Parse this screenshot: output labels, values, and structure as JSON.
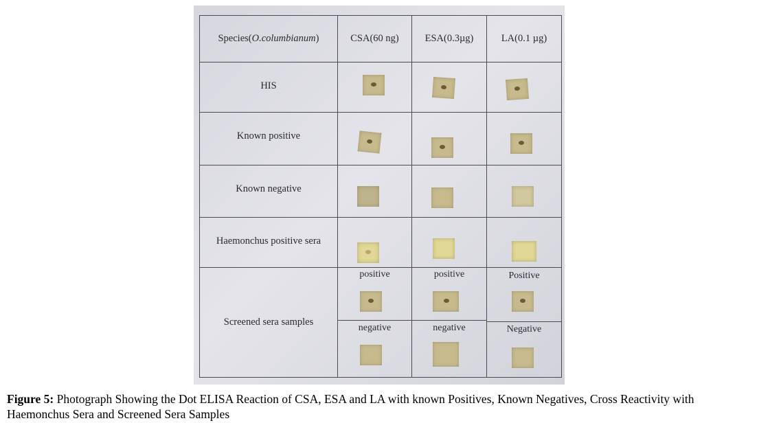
{
  "table": {
    "headers": {
      "species_prefix": "Species(",
      "species_italic": "O.columbianum",
      "species_suffix": ")",
      "csa": "CSA(60 ng)",
      "esa": "ESA(0.3µg)",
      "la": "LA(0.1 µg)"
    },
    "rows": [
      {
        "label": "HIS",
        "reactions": [
          "dot",
          "dot",
          "dot"
        ]
      },
      {
        "label": "Known positive",
        "reactions": [
          "dot",
          "dot",
          "dot"
        ]
      },
      {
        "label": "Known negative",
        "reactions": [
          "none",
          "none",
          "none"
        ]
      },
      {
        "label": "Haemonchus positive sera",
        "reactions": [
          "faint-dot",
          "none",
          "none"
        ]
      },
      {
        "label": "Screened sera samples",
        "positive_labels": [
          "positive",
          "positive",
          "Positive"
        ],
        "negative_labels": [
          "negative",
          "negative",
          "Negative"
        ]
      }
    ]
  },
  "caption": {
    "label": "Figure 5:",
    "text": " Photograph Showing the Dot ELISA Reaction of CSA, ESA and LA with known Positives, Known Negatives, Cross Reactivity with Haemonchus Sera and Screened Sera Samples"
  }
}
